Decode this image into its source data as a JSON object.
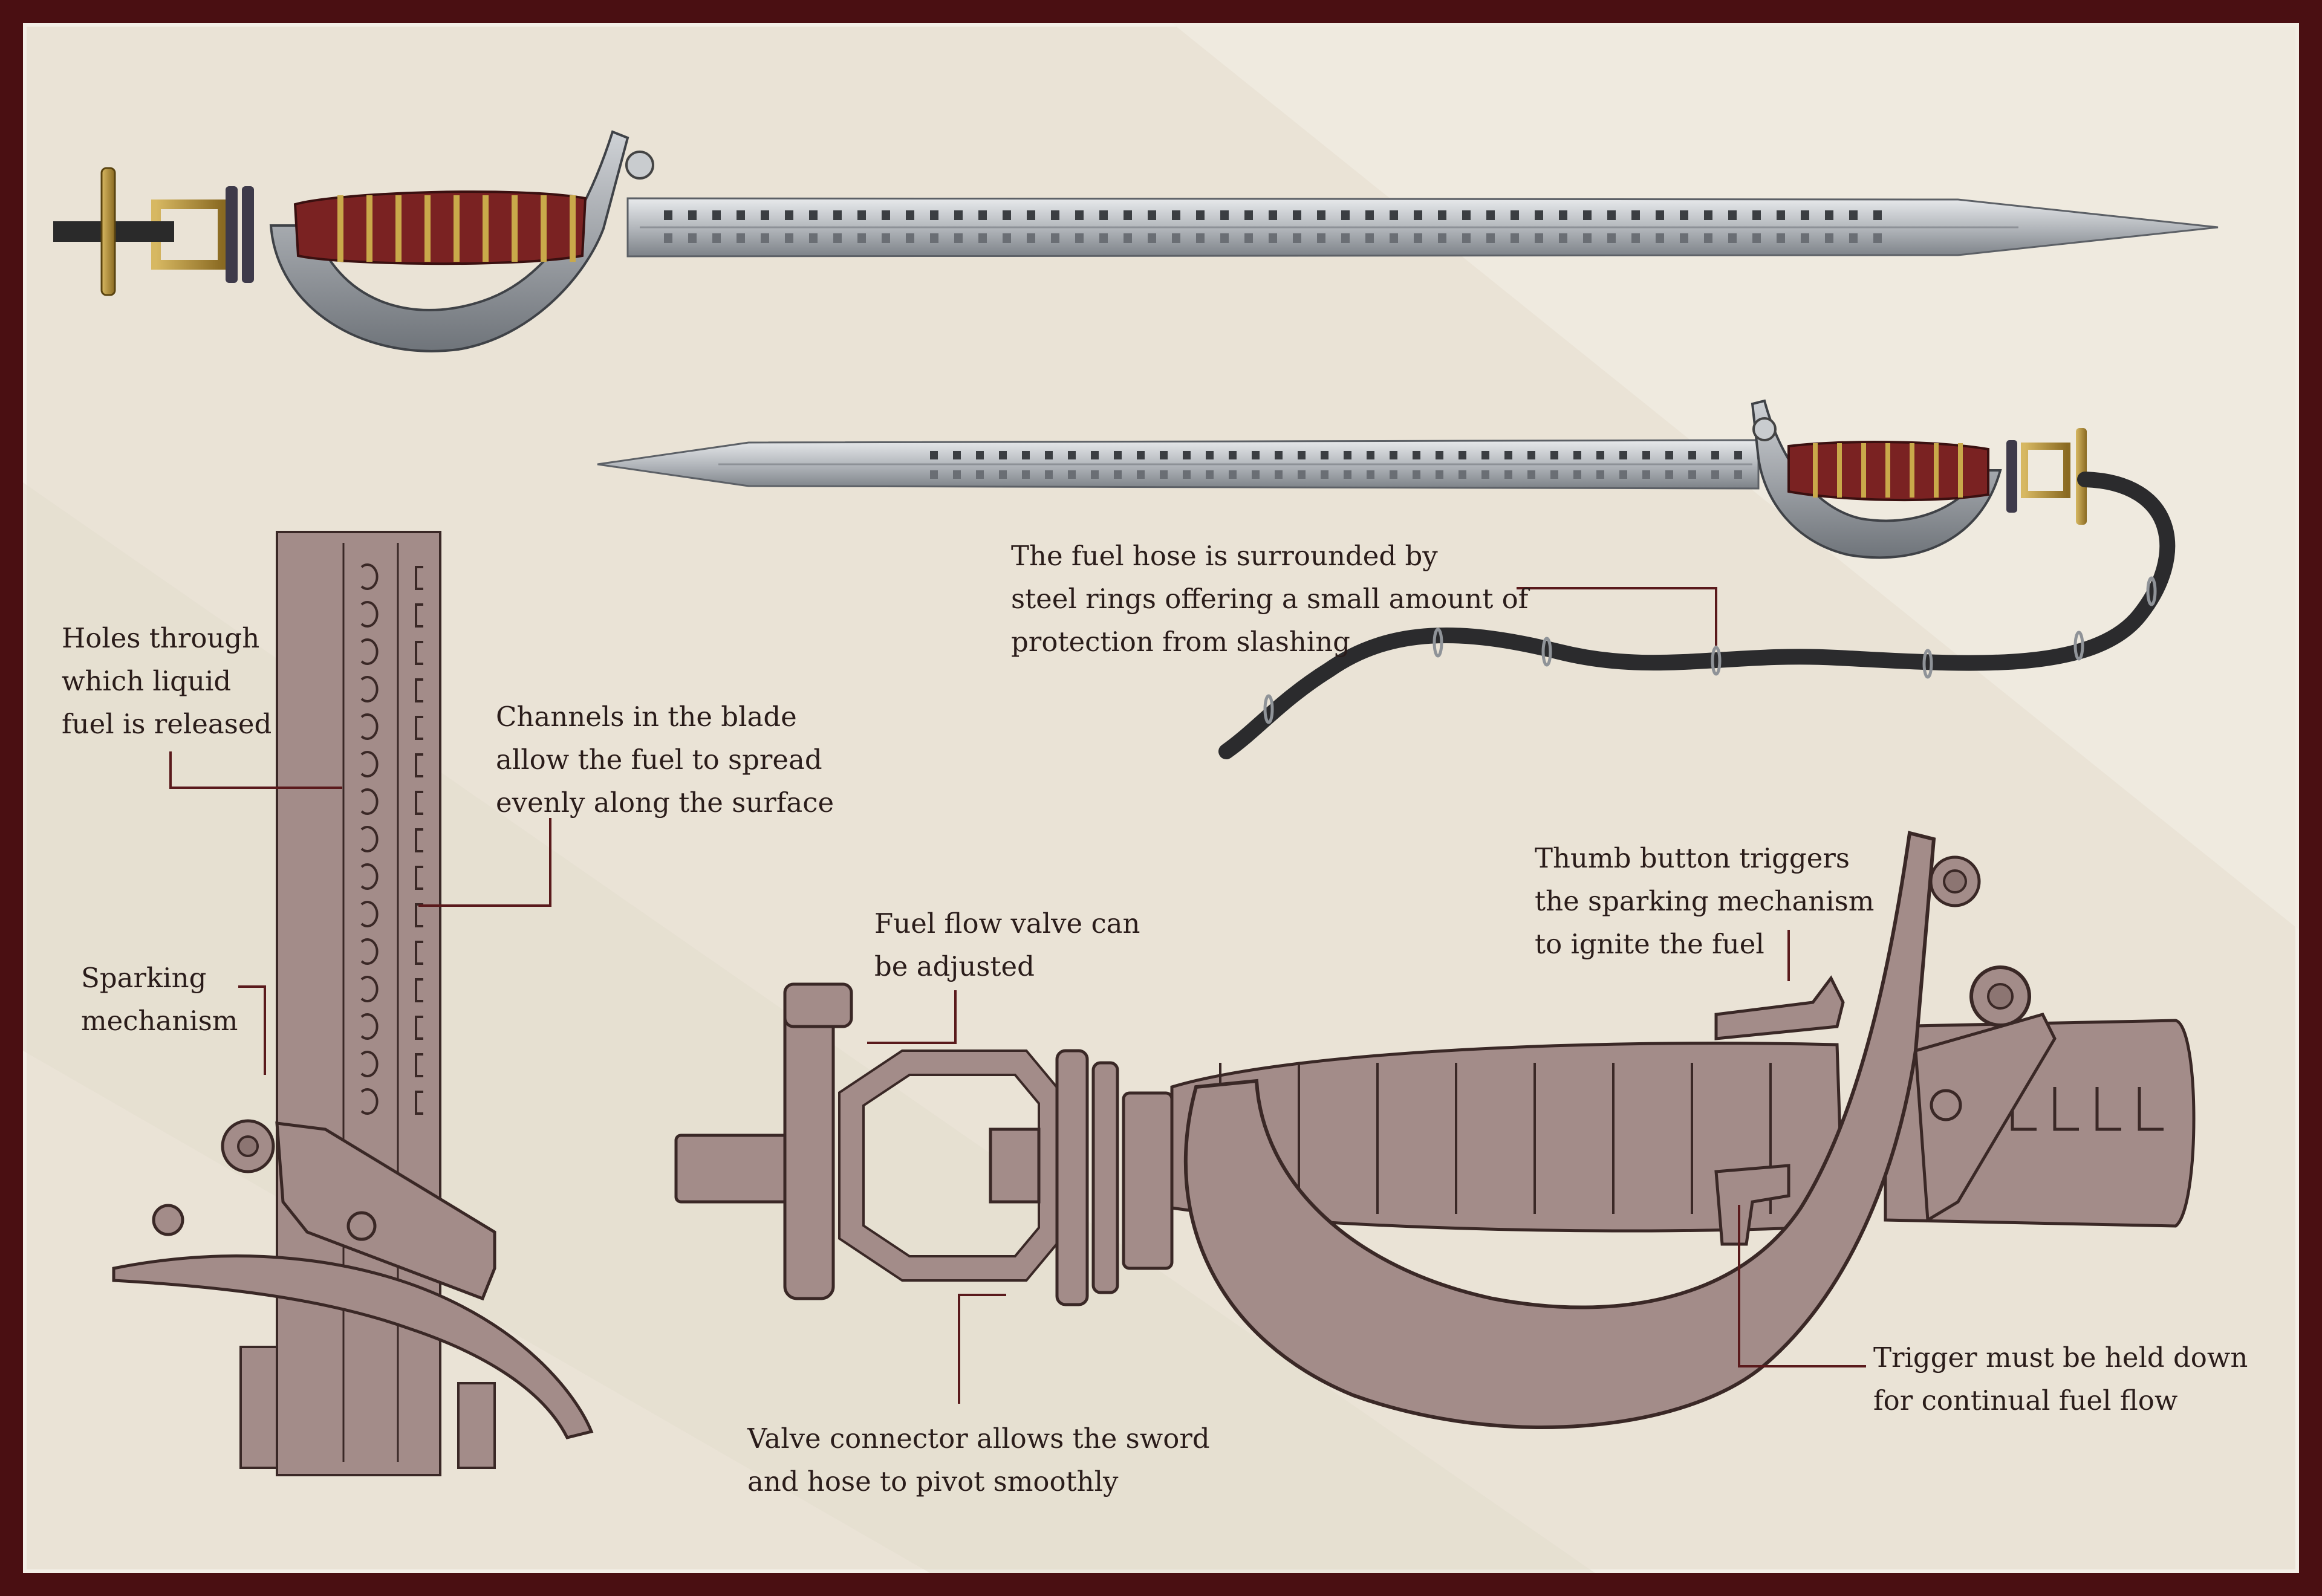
{
  "annotations": {
    "holes": [
      "Holes through",
      "which liquid",
      "fuel is released"
    ],
    "channels": [
      "Channels in the blade",
      "allow the fuel to spread",
      "evenly along the surface"
    ],
    "sparking": [
      "Sparking",
      "mechanism"
    ],
    "fuel_hose": [
      "The fuel hose is surrounded by",
      "steel rings offering a small amount of",
      "protection from slashing"
    ],
    "thumb_button": [
      "Thumb button triggers",
      "the sparking mechanism",
      "to ignite the fuel"
    ],
    "fuel_valve": [
      "Fuel flow valve can",
      "be adjusted"
    ],
    "valve_connector": [
      "Valve connector allows the sword",
      "and hose to pivot smoothly"
    ],
    "trigger": [
      "Trigger must be held down",
      "for continual fuel flow"
    ]
  },
  "colors": {
    "frame": "#4a0f12",
    "paper": "#eae3d6",
    "sketch_fill": "#a38c89",
    "sketch_stroke": "#3a2826",
    "leader": "#5a1a1c",
    "steel": "#b9bcc0",
    "grip_red": "#7a2222",
    "brass": "#b8953c"
  }
}
